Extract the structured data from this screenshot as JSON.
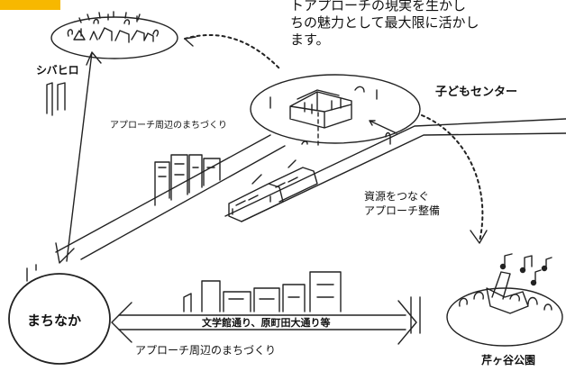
{
  "header": {
    "line1": "トアプローチの現実を生かし",
    "line2": "ちの魅力として最大限に活かし",
    "line3": "ます。",
    "tab_color": "#f7b800"
  },
  "nodes": {
    "shibahiro": "シバヒロ",
    "kodomo_center": "子どもセンター",
    "machinaka": "まちなか",
    "serigaya_park": "芹ヶ谷公園"
  },
  "labels": {
    "approach_upper": "アプローチ周辺のまちづくり",
    "resource_line1": "資源をつなぐ",
    "resource_line2": "アプローチ整備",
    "street_names": "文学館通り、原町田大通り等",
    "approach_lower": "アプローチ周辺のまちづくり"
  }
}
